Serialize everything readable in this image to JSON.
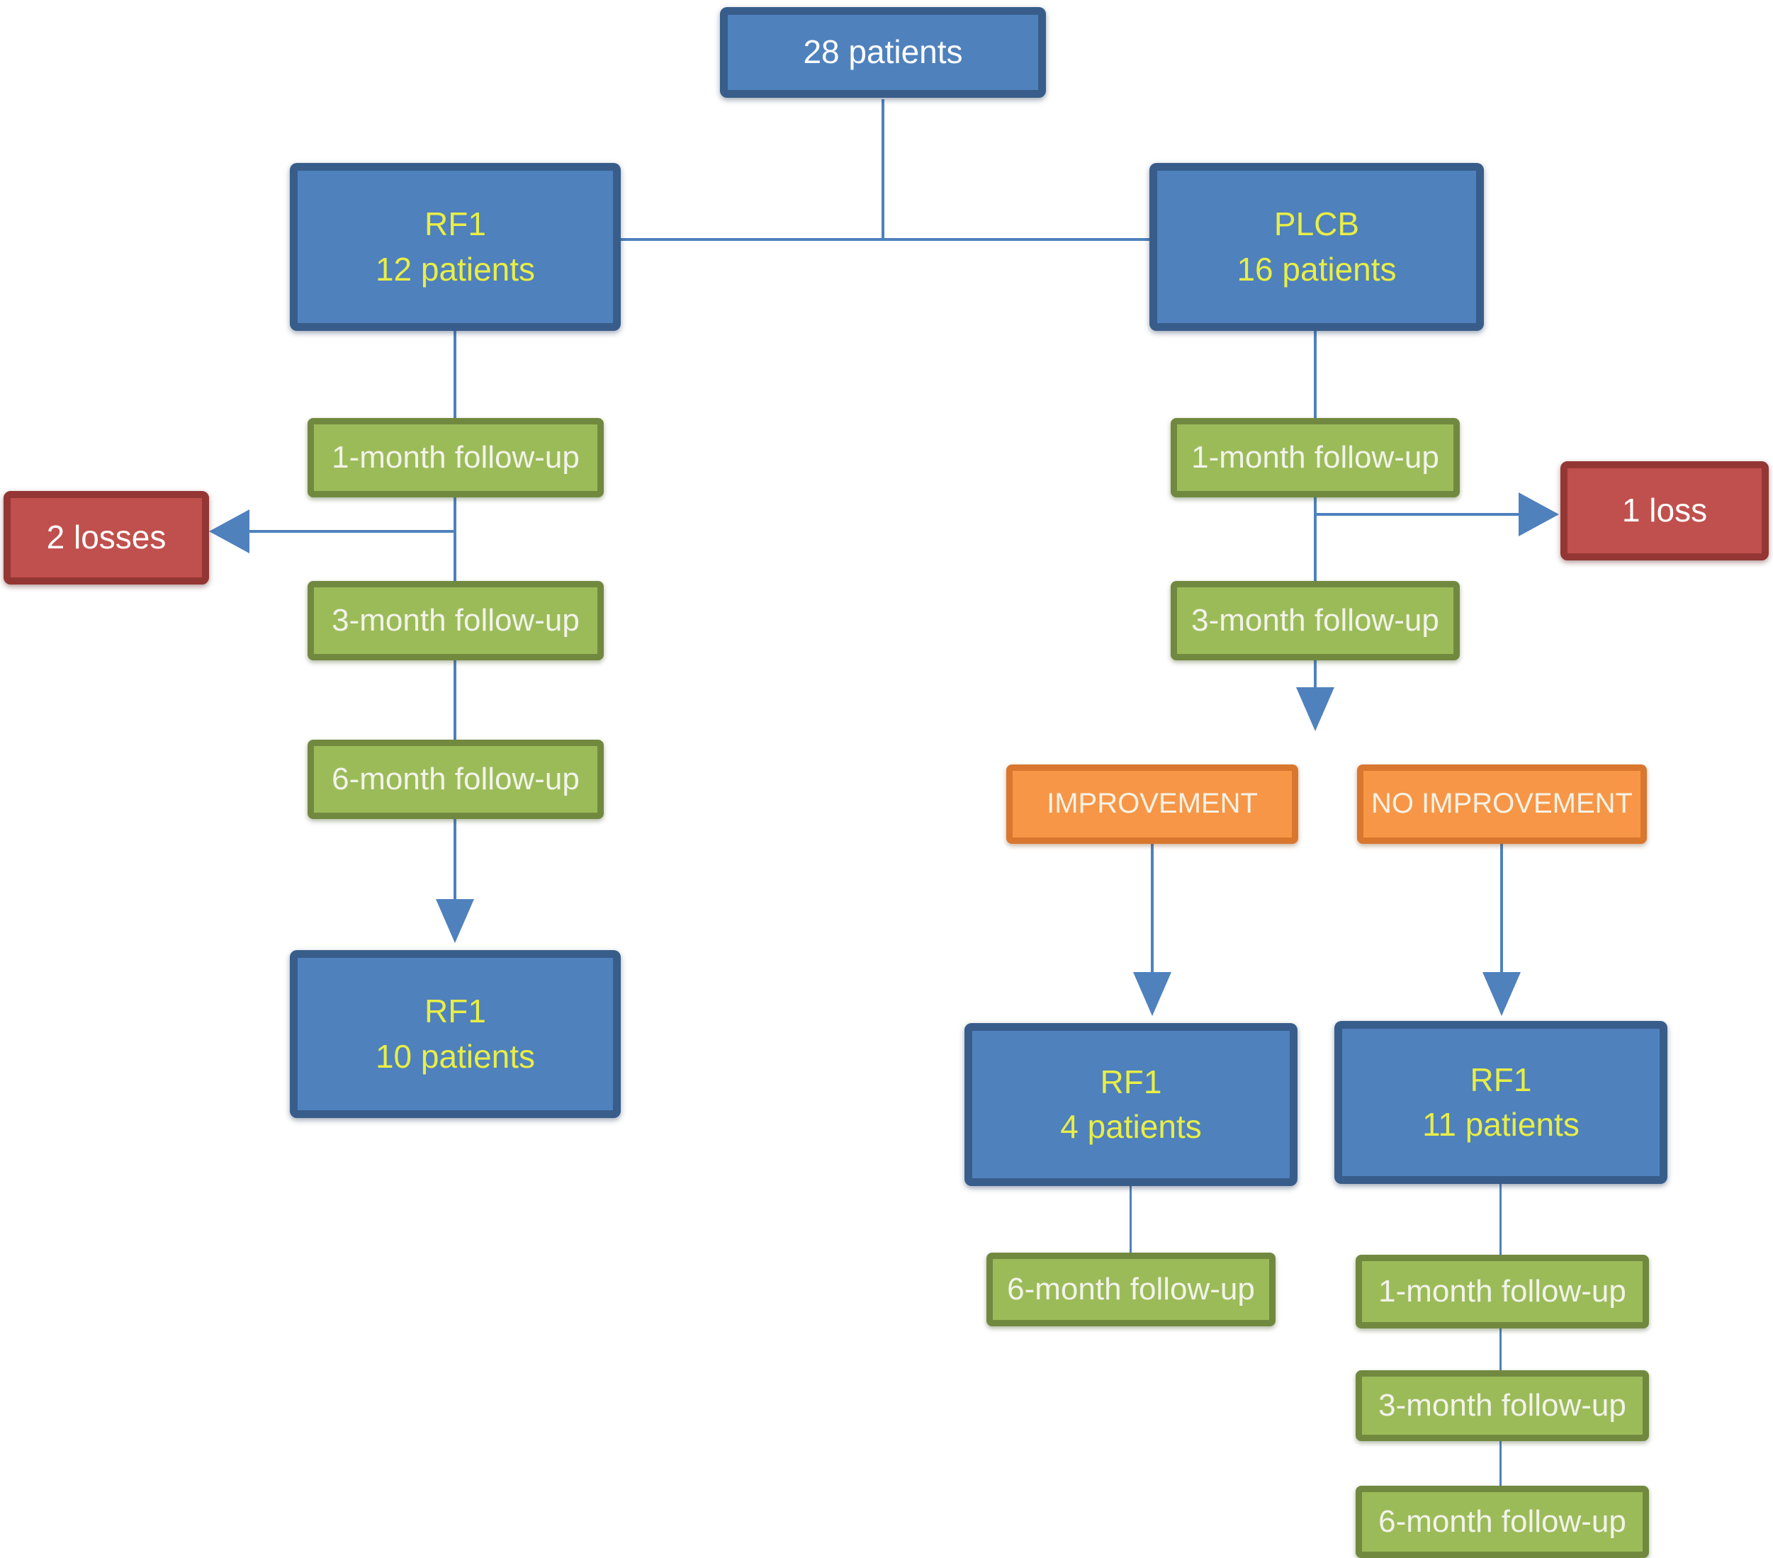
{
  "nodes": {
    "total": {
      "label": "28 patients"
    },
    "rf1_arm": {
      "line1": "RF1",
      "line2": "12 patients"
    },
    "plcb_arm": {
      "line1": "PLCB",
      "line2": "16 patients"
    },
    "left_fu1": {
      "label": "1-month follow-up"
    },
    "left_losses": {
      "label": "2 losses"
    },
    "left_fu3": {
      "label": "3-month follow-up"
    },
    "left_fu6": {
      "label": "6-month follow-up"
    },
    "rf1_final": {
      "line1": "RF1",
      "line2": "10 patients"
    },
    "right_fu1": {
      "label": "1-month follow-up"
    },
    "right_loss": {
      "label": "1 loss"
    },
    "right_fu3": {
      "label": "3-month follow-up"
    },
    "improvement": {
      "label": "IMPROVEMENT"
    },
    "no_improvement": {
      "label": "NO IMPROVEMENT"
    },
    "rf1_improved": {
      "line1": "RF1",
      "line2": "4 patients"
    },
    "rf1_not_improved": {
      "line1": "RF1",
      "line2": "11 patients"
    },
    "imp_fu6": {
      "label": "6-month follow-up"
    },
    "noimp_fu1": {
      "label": "1-month follow-up"
    },
    "noimp_fu3": {
      "label": "3-month follow-up"
    },
    "noimp_fu6": {
      "label": "6-month follow-up"
    }
  },
  "colors": {
    "blue_fill": "#4f81bd",
    "blue_border": "#385d8a",
    "green_fill": "#9bbb59",
    "green_border": "#71893f",
    "red_fill": "#c0504d",
    "red_border": "#943634",
    "orange_fill": "#f79646",
    "orange_border": "#d9772e",
    "connector": "#4f81bd",
    "yellow_text": "#e8ee45",
    "light_text": "#f2f3ea",
    "cream_text": "#f7f2e6",
    "white_text": "#ffffff"
  }
}
